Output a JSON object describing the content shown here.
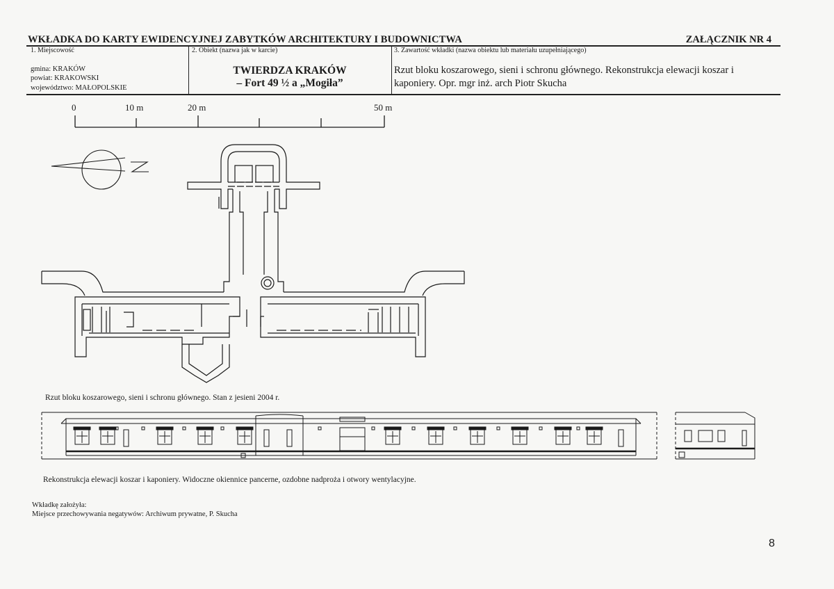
{
  "header": {
    "title": "WKŁADKA DO KARTY EWIDENCYJNEJ ZABYTKÓW ARCHITEKTURY I BUDOWNICTWA",
    "annex": "ZAŁĄCZNIK NR 4"
  },
  "location": {
    "label": "1. Miejscowość",
    "gmina": "gmina: KRAKÓW",
    "powiat": "powiat: KRAKOWSKI",
    "wojewodztwo": "województwo: MAŁOPOLSKIE"
  },
  "object": {
    "label": "2. Obiekt (nazwa jak w karcie)",
    "name_line1": "TWIERDZA KRAKÓW",
    "name_line2": "– Fort 49 ½ a „Mogiła”"
  },
  "contents": {
    "label": "3. Zawartość wkładki (nazwa obiektu lub materiału uzupełniającego)",
    "line1": "Rzut bloku koszarowego, sieni i schronu głównego. Rekonstrukcja elewacji koszar i",
    "line2": "kaponiery. Opr. mgr inż. arch Piotr Skucha"
  },
  "scale": {
    "labels": [
      "0",
      "10 m",
      "20 m",
      "50 m"
    ]
  },
  "captions": {
    "plan": "Rzut bloku koszarowego, sieni i schronu głównego. Stan z jesieni 2004 r.",
    "elevation": "Rekonstrukcja elewacji koszar i kaponiery. Widoczne okiennice pancerne, ozdobne nadproża i otwory wentylacyjne."
  },
  "footer": {
    "founder": "Wkładkę założyła:",
    "storage": "Miejsce przechowywania negatywów: Archiwum prywatne, P. Skucha"
  },
  "page_number": "8"
}
